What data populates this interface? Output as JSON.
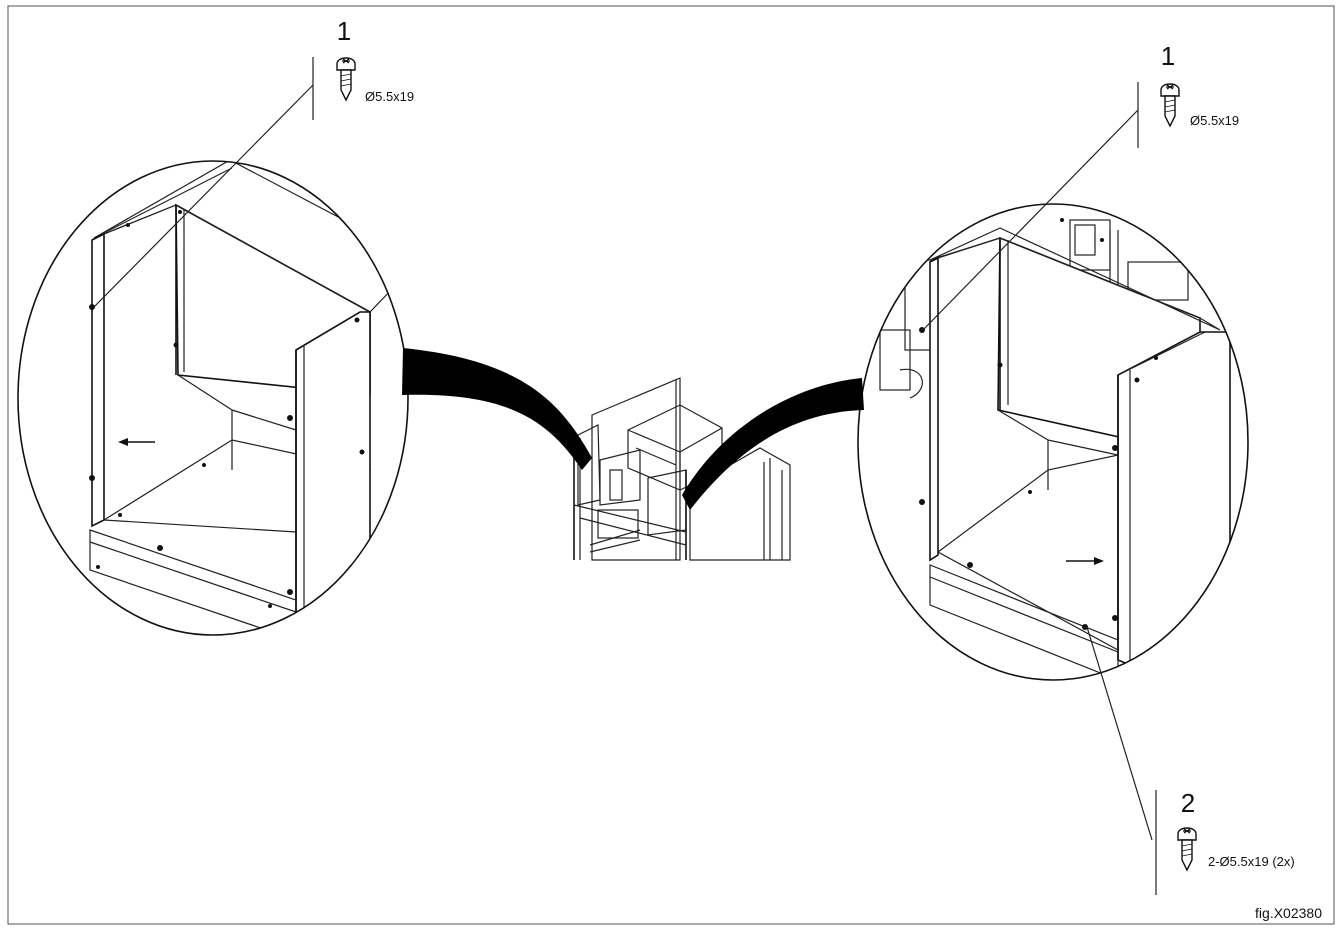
{
  "callouts": {
    "left_top": {
      "number": "1",
      "size": "Ø5.5x19"
    },
    "right_top": {
      "number": "1",
      "size": "Ø5.5x19"
    },
    "right_bottom": {
      "number": "2",
      "size": "2-Ø5.5x19 (2x)"
    }
  },
  "figure_id": "fig.X02380",
  "icons": {
    "screw": "torx-screw-icon",
    "arrow": "direction-arrow-icon"
  }
}
